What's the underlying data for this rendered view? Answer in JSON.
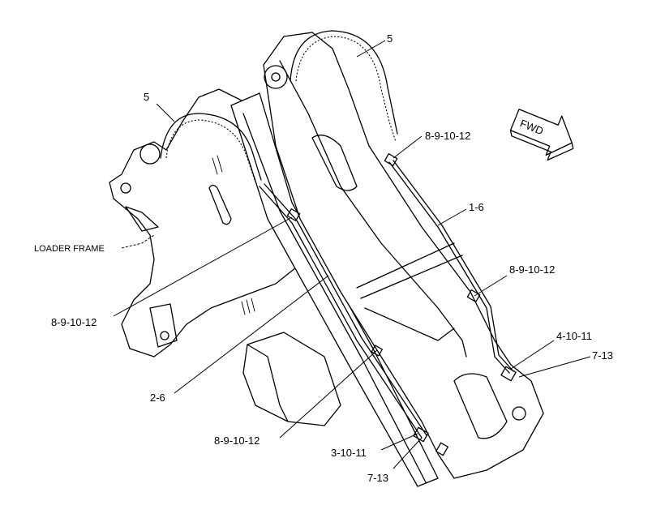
{
  "labels": {
    "hose_right": "5",
    "hose_left": "5",
    "fitting_top": "8-9-10-12",
    "tube_right": "1-6",
    "loader_frame": "LOADER FRAME",
    "fitting_left": "8-9-10-12",
    "fitting_mid_right": "8-9-10-12",
    "fitting_lower_right": "4-10-11",
    "elbow_lower_right": "7-13",
    "tube_left": "2-6",
    "fitting_bottom": "8-9-10-12",
    "fitting_bottom_right": "3-10-11",
    "elbow_bottom": "7-13",
    "direction_arrow": "FWD"
  }
}
